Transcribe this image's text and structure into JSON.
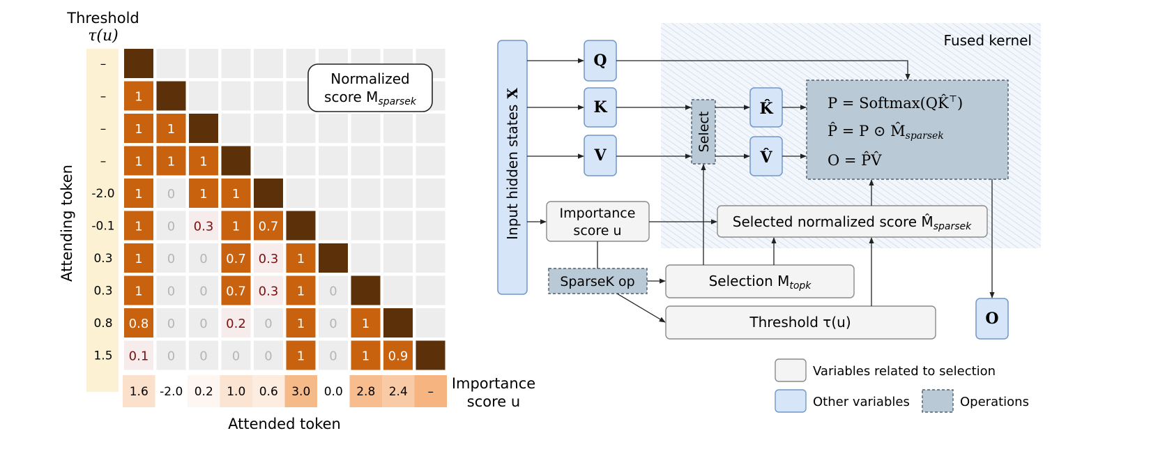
{
  "matrix": {
    "threshold_title": "Threshold",
    "threshold_symbol": "τ(u)",
    "y_axis_label": "Attending token",
    "x_axis_label": "Attended token",
    "importance_label_line1": "Importance",
    "importance_label_line2": "score u",
    "callout_line1": "Normalized",
    "callout_line2": "score M",
    "callout_sub": "sparsek",
    "thresholds": [
      "–",
      "–",
      "–",
      "–",
      "-2.0",
      "-0.1",
      "0.3",
      "0.3",
      "0.8",
      "1.5"
    ],
    "importance_scores": [
      "1.6",
      "-2.0",
      "0.2",
      "1.0",
      "0.6",
      "3.0",
      "0.0",
      "2.8",
      "2.4",
      "–"
    ],
    "importance_shades": [
      0.35,
      0.0,
      0.1,
      0.3,
      0.2,
      0.8,
      0.0,
      0.75,
      0.6,
      0.85
    ],
    "rows": [
      [
        "D"
      ],
      [
        "1",
        "D"
      ],
      [
        "1",
        "1",
        "D"
      ],
      [
        "1",
        "1",
        "1",
        "D"
      ],
      [
        "1",
        "0",
        "1",
        "1",
        "D"
      ],
      [
        "1",
        "0",
        "0.3",
        "1",
        "0.7",
        "D"
      ],
      [
        "1",
        "0",
        "0",
        "0.7",
        "0.3",
        "1",
        "D"
      ],
      [
        "1",
        "0",
        "0",
        "0.7",
        "0.3",
        "1",
        "0",
        "D"
      ],
      [
        "0.8",
        "0",
        "0",
        "0.2",
        "0",
        "1",
        "0",
        "1",
        "D"
      ],
      [
        "0.1",
        "0",
        "0",
        "0",
        "0",
        "1",
        "0",
        "1",
        "0.9",
        "D"
      ]
    ]
  },
  "diagram": {
    "fused_kernel_label": "Fused kernel",
    "input_label": "Input hidden states",
    "input_symbol": "X",
    "q_label": "Q",
    "k_label": "K",
    "v_label": "V",
    "khat_label": "K̂",
    "vhat_label": "V̂",
    "select_label": "Select",
    "eq1": "P = Softmax(QK̂",
    "eq1_sup": "⊤",
    "eq1_end": ")",
    "eq2": "P̂ = P ⊙ M̂",
    "eq2_sub": "sparsek",
    "eq3": "O = P̂V̂",
    "importance_line1": "Importance",
    "importance_line2": "score u",
    "selected_score_label": "Selected normalized score M̂",
    "selected_score_sub": "sparsek",
    "sparsek_op_label": "SparseK op",
    "selection_label": "Selection M",
    "selection_sub": "topk",
    "threshold_label": "Threshold τ(u)",
    "output_label": "O"
  },
  "legend": {
    "selection_vars": "Variables related to selection",
    "other_vars": "Other variables",
    "operations": "Operations"
  },
  "colors": {
    "orange": "#c8620e",
    "diagonal": "#5c3008",
    "gray_cell": "#ededed",
    "blue_fill": "#d6e5f8",
    "blue_stroke": "#6f97c9",
    "op_fill": "#b9c9d6",
    "light_fill": "#f4f4f4",
    "threshold_bg": "#fdf1d4",
    "importance_orange": "#f4a76a"
  }
}
